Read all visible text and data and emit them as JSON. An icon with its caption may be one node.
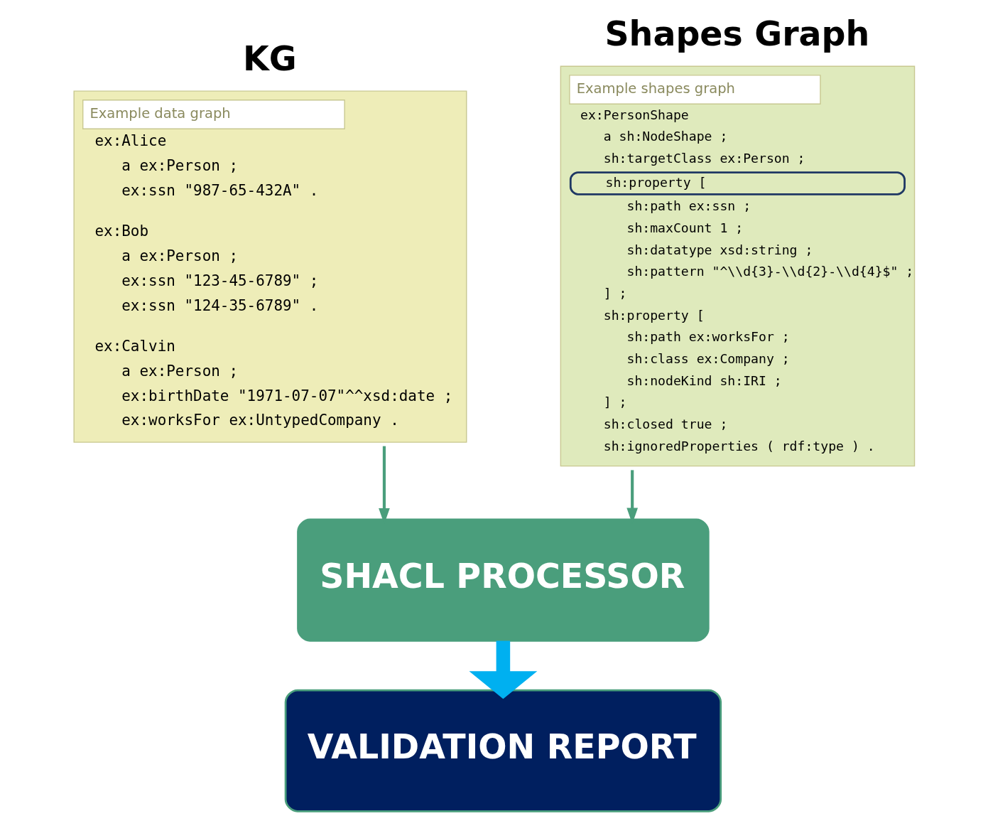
{
  "diagram": {
    "nodes": [
      {
        "text": [
          "KG",
          "Example data graph",
          "ex:Alice",
          "a ex:Person ;",
          "ex:ssn \"987-65-432A\" .",
          "ex:Bob",
          "a ex:Person ;",
          "ex:ssn \"123-45-6789\" ;",
          "ex:ssn \"124-35-6789\" .",
          "ex:Calvin",
          "a ex:Person ;",
          "ex:birthDate \"1971-07-07\"^^xsd:date ;",
          "ex:worksFor ex:UntypedCompany ."
        ]
      },
      {
        "text": [
          "Shapes Graph",
          "Example shapes graph",
          "ex:PersonShape",
          "a sh:NodeShape ;",
          "sh:targetClass ex:Person ;",
          "sh:property [",
          "sh:path ex:ssn ;",
          "sh:maxCount 1 ;",
          "sh:datatype xsd:string ;",
          "sh:pattern \"^\\\\d{3}-\\\\d{2}-\\\\d{4}$\" ;",
          "] ;",
          "sh:property [",
          "sh:path ex:worksFor ;",
          "sh:class ex:Company ;",
          "sh:nodeKind sh:IRI ;",
          "] ;",
          "sh:closed true ;",
          "sh:ignoredProperties ( rdf:type ) ."
        ]
      },
      {
        "text": [
          "SHACL PROCESSOR"
        ]
      },
      {
        "text": [
          "VALIDATION REPORT"
        ]
      }
    ],
    "edges": [
      {
        "from": 0,
        "to": 2,
        "arrow": "to"
      },
      {
        "from": 1,
        "to": 2,
        "arrow": "to"
      },
      {
        "from": 2,
        "to": 3,
        "arrow": "to",
        "style": "thick",
        "color": "#00b0f0"
      }
    ]
  }
}
